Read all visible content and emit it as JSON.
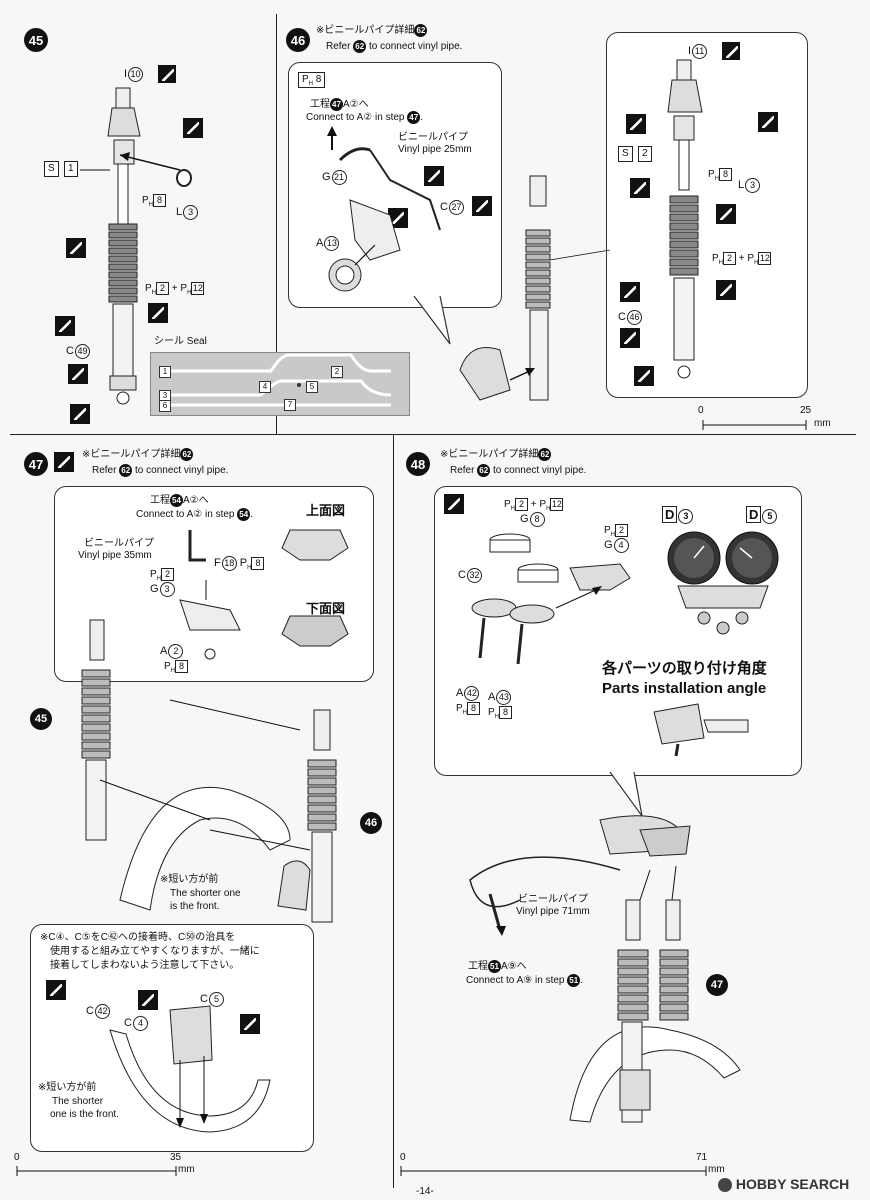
{
  "page_number": "-14-",
  "watermark": "HOBBY SEARCH",
  "steps": {
    "s45": {
      "number": "45",
      "labels": {
        "i10": "I",
        "i10n": "10",
        "s1": "S",
        "s1n": "1",
        "ph8": "8",
        "l3": "L",
        "l3n": "3",
        "ph2": "2",
        "ph12": "12",
        "c49": "C",
        "c49n": "49"
      },
      "seal_title": "シール Seal",
      "seal_numbers": [
        "1",
        "2",
        "3",
        "4",
        "5",
        "6",
        "7"
      ]
    },
    "s46": {
      "number": "46",
      "note_jp": "※ビニールパイプ詳細",
      "note_ref": "62",
      "note_en_pre": "Refer",
      "note_en_post": "to connect vinyl pipe.",
      "ph_top": "8",
      "goto_jp": "工程",
      "goto_step": "47",
      "goto_jp2": "A②へ",
      "goto_en": "Connect to A② in step",
      "vinyl_jp": "ビニールパイプ",
      "vinyl_en": "Vinyl pipe 25mm",
      "g21": "G",
      "g21n": "21",
      "c27": "C",
      "c27n": "27",
      "a13": "A",
      "a13n": "13",
      "i11": "I",
      "i11n": "11",
      "s2": "S",
      "s2n": "2",
      "ph8": "8",
      "l3": "L",
      "l3n": "3",
      "ph2": "2",
      "ph12": "12",
      "c46": "C",
      "c46n": "46",
      "scale_0": "0",
      "scale_max": "25",
      "scale_unit": "mm"
    },
    "s47": {
      "number": "47",
      "note_jp": "※ビニールパイプ詳細",
      "note_ref": "62",
      "note_en_pre": "Refer",
      "note_en_post": "to connect vinyl pipe.",
      "goto_jp": "工程",
      "goto_step": "54",
      "goto_jp2": "A②へ",
      "goto_en": "Connect to A② in step",
      "vinyl_jp": "ビニールパイプ",
      "vinyl_en": "Vinyl pipe 35mm",
      "f18": "F",
      "f18n": "18",
      "ph8a": "8",
      "ph2": "2",
      "g3": "G",
      "g3n": "3",
      "a2": "A",
      "a2n": "2",
      "ph8b": "8",
      "top_view": "上面図",
      "bottom_view": "下面図",
      "ref45": "45",
      "ref46": "46",
      "shorter_jp": "※短い方が前",
      "shorter_en1": "The shorter one",
      "shorter_en2": "is the front.",
      "caution_jp1": "※C④、C⑤をC㊷への接着時、C㊿の治具を",
      "caution_jp2": "使用すると組み立てやすくなりますが、一緒に",
      "caution_jp3": "接着してしまわないよう注意して下さい。",
      "c42": "C",
      "c42n": "42",
      "c4": "C",
      "c4n": "4",
      "c5": "C",
      "c5n": "5",
      "shorter2_jp": "※短い方が前",
      "shorter2_en1": "The shorter",
      "shorter2_en2": "one is the front.",
      "scale_0": "0",
      "scale_max": "35",
      "scale_unit": "mm"
    },
    "s48": {
      "number": "48",
      "note_jp": "※ビニールパイプ詳細",
      "note_ref": "62",
      "note_en_pre": "Refer",
      "note_en_post": "to connect vinyl pipe.",
      "ph2": "2",
      "ph12": "12",
      "g8": "G",
      "g8n": "8",
      "ph2b": "2",
      "g4": "G",
      "g4n": "4",
      "c32": "C",
      "c32n": "32",
      "a42": "A",
      "a42n": "42",
      "ph8a": "8",
      "a43": "A",
      "a43n": "43",
      "ph8b": "8",
      "d3": "D",
      "d3n": "3",
      "d5": "D",
      "d5n": "5",
      "angle_jp": "各パーツの取り付け角度",
      "angle_en": "Parts installation angle",
      "vinyl_jp": "ビニールパイプ",
      "vinyl_en": "Vinyl pipe 71mm",
      "goto_jp": "工程",
      "goto_step": "51",
      "goto_jp2": "A⑨へ",
      "goto_en": "Connect to A⑨ in step",
      "ref47": "47",
      "scale_0": "0",
      "scale_max": "71",
      "scale_unit": "mm"
    }
  }
}
